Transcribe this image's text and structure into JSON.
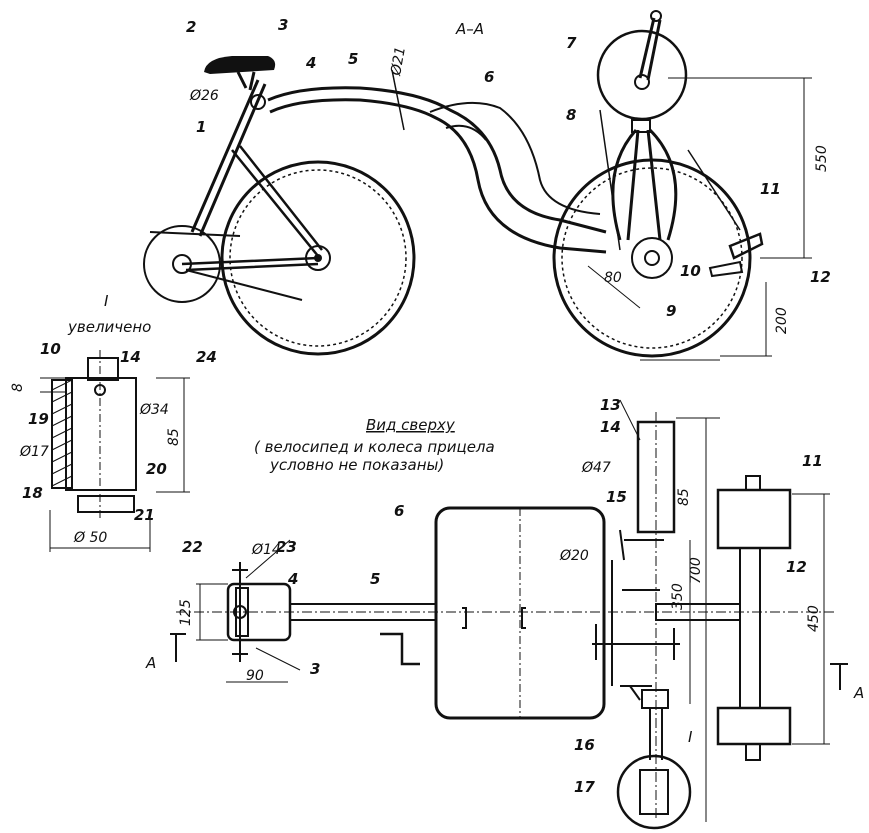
{
  "section_title": "А–А",
  "top_view_title": "Вид сверху",
  "top_view_note_line1": "( велосипед и колеса прицела",
  "top_view_note_line2": "условно не показаны)",
  "detail_title": "I",
  "detail_subtitle": "увеличено",
  "detail_marker": "I",
  "section_marker_left": "А",
  "section_marker_right": "А",
  "part_numbers": {
    "p1": "1",
    "p2": "2",
    "p3": "3",
    "p4": "4",
    "p5": "5",
    "p6": "6",
    "p7": "7",
    "p8": "8",
    "p9": "9",
    "p10": "10",
    "p11": "11",
    "p12": "12",
    "p13": "13",
    "p14": "14",
    "p15": "15",
    "p16": "16",
    "p17": "17",
    "p18": "18",
    "p19": "19",
    "p20": "20",
    "p21": "21",
    "p22": "22",
    "p23": "23",
    "p24": "24",
    "tv_p3": "3",
    "tv_p4": "4",
    "tv_p5": "5",
    "tv_p6": "6",
    "tv_p11": "11",
    "tv_p12": "12",
    "tv_p14": "14",
    "dt_p10": "10",
    "dt_p14": "14"
  },
  "dimensions": {
    "d26": "Ø26",
    "d21": "Ø21",
    "d550": "550",
    "d200": "200",
    "d80": "80",
    "d8": "8",
    "d34": "Ø34",
    "d85a": "85",
    "d17": "Ø17",
    "d50": "Ø 50",
    "d47": "Ø47",
    "d85b": "85",
    "d20": "Ø20",
    "d14": "Ø14",
    "d125": "125",
    "d90": "90",
    "d350": "350",
    "d700": "700",
    "d450": "450"
  }
}
